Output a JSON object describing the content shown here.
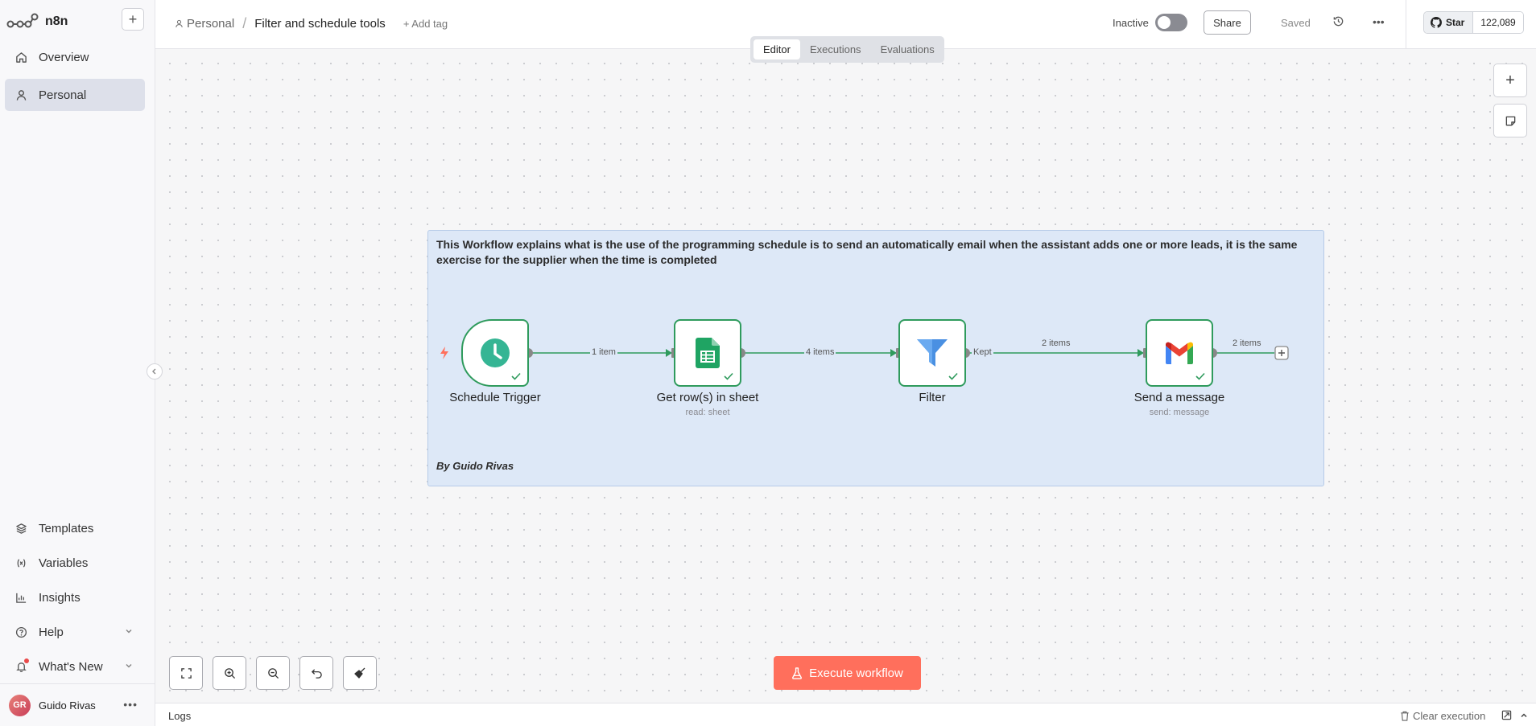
{
  "app": {
    "name": "n8n"
  },
  "sidebar": {
    "nav_top": [
      {
        "label": "Overview",
        "icon": "home-icon"
      },
      {
        "label": "Personal",
        "icon": "user-icon",
        "active": true
      }
    ],
    "nav_bottom": [
      {
        "label": "Templates",
        "icon": "templates-icon"
      },
      {
        "label": "Variables",
        "icon": "variables-icon"
      },
      {
        "label": "Insights",
        "icon": "chart-icon"
      },
      {
        "label": "Help",
        "icon": "help-icon"
      },
      {
        "label": "What's New",
        "icon": "bell-icon"
      }
    ],
    "user": {
      "initials": "GR",
      "name": "Guido Rivas"
    }
  },
  "header": {
    "breadcrumb_project": "Personal",
    "breadcrumb_separator": "/",
    "workflow_title": "Filter and schedule tools",
    "add_tag": "+ Add tag",
    "active_label": "Inactive",
    "share_label": "Share",
    "saved_label": "Saved",
    "github": {
      "star_label": "Star",
      "count": "122,089"
    }
  },
  "tabs": [
    {
      "label": "Editor",
      "active": true
    },
    {
      "label": "Executions"
    },
    {
      "label": "Evaluations"
    }
  ],
  "canvas": {
    "sticky_note": {
      "text": "This Workflow explains what is the use of the programming schedule is to send an automatically email when the assistant adds one or more leads, it is the same exercise for the supplier when the time is completed",
      "author": "By Guido Rivas"
    },
    "nodes": [
      {
        "label": "Schedule Trigger",
        "subtitle": "",
        "icon": "clock-icon"
      },
      {
        "label": "Get row(s) in sheet",
        "subtitle": "read: sheet",
        "icon": "google-sheets-icon"
      },
      {
        "label": "Filter",
        "subtitle": "",
        "icon": "filter-icon"
      },
      {
        "label": "Send a message",
        "subtitle": "send: message",
        "icon": "gmail-icon"
      }
    ],
    "edges": [
      {
        "label": "1 item"
      },
      {
        "label": "4 items"
      },
      {
        "output_label": "Kept",
        "label": "2 items"
      },
      {
        "label": "2 items"
      }
    ],
    "execute_button": "Execute workflow"
  },
  "logs": {
    "label": "Logs",
    "clear_label": "Clear execution"
  },
  "colors": {
    "accent": "#ff6f5c",
    "success": "#2f9b5d",
    "sticky_bg": "#dde8f7"
  }
}
